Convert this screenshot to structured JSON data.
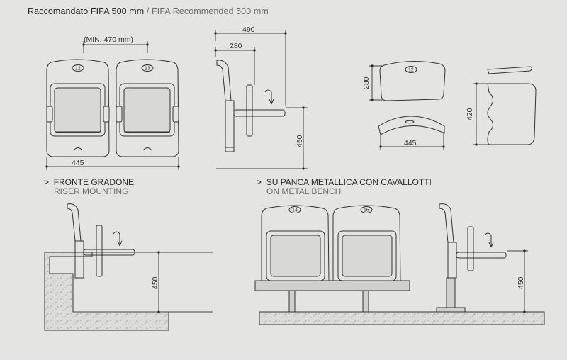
{
  "header": {
    "title_it": "Raccomandato FIFA 500 mm",
    "separator": "/",
    "title_en": "FIFA Recommended 500 mm"
  },
  "sections": {
    "riser": {
      "prefix": ">",
      "title_it": "FRONTE GRADONE",
      "title_en": "RISER MOUNTING"
    },
    "bench": {
      "prefix": ">",
      "title_it": "SU PANCA METALLICA CON CAVALLOTTI",
      "title_en": "ON METAL BENCH"
    }
  },
  "dimensions": {
    "min_width": "(MIN. 470 mm)",
    "width_pair": "445",
    "depth_open": "490",
    "depth_closed": "280",
    "height_side": "450",
    "back_height": "280",
    "seat_width": "445",
    "seat_depth": "420",
    "height_riser": "450",
    "height_bench": "450"
  },
  "seat_numbers": [
    "12",
    "13",
    "12",
    "14",
    "15"
  ]
}
